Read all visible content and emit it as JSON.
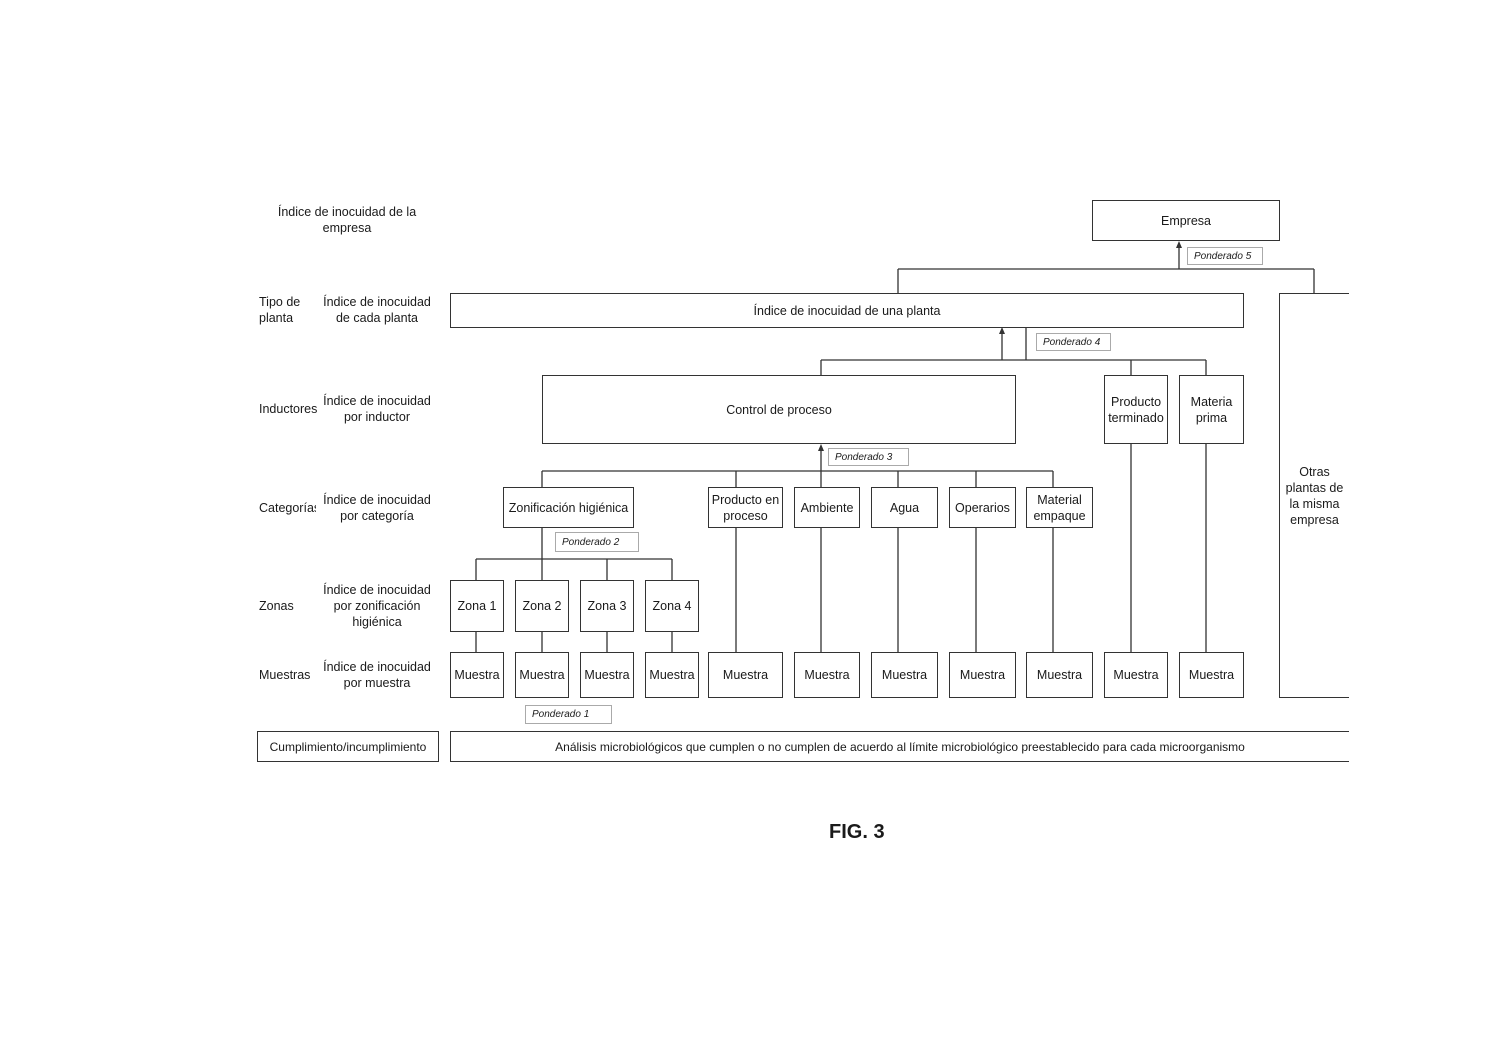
{
  "levels": {
    "empresa": "Índice de inocuidad de la empresa",
    "planta_type": "Tipo de planta",
    "planta_index": "Índice de inocuidad de cada planta",
    "inductores_type": "Inductores",
    "inductores_index": "Índice de inocuidad por inductor",
    "categoria_type": "Categorías",
    "categoria_index": "Índice de inocuidad por categoría",
    "zonas_type": "Zonas",
    "zonas_index": "Índice de inocuidad por zonificación higiénica",
    "muestras_type": "Muestras",
    "muestras_index": "Índice de inocuidad por muestra",
    "cumplimiento": "Cumplimiento/incumplimiento"
  },
  "nodes": {
    "empresa": "Empresa",
    "planta": "Índice de inocuidad de una planta",
    "otras_plantas": "Otras plantas de la misma empresa",
    "control": "Control de proceso",
    "producto_terminado": "Producto terminado",
    "materia_prima": "Materia prima",
    "zonificacion": "Zonificación higiénica",
    "producto_proceso": "Producto en proceso",
    "ambiente": "Ambiente",
    "agua": "Agua",
    "operarios": "Operarios",
    "material_empaque": "Material empaque",
    "zonas": [
      "Zona 1",
      "Zona 2",
      "Zona 3",
      "Zona 4"
    ],
    "muestra": "Muestra",
    "analisis": "Análisis microbiológicos que cumplen o no cumplen de acuerdo al límite microbiológico preestablecido para cada microorganismo"
  },
  "weights": {
    "p1": "Ponderado 1",
    "p2": "Ponderado 2",
    "p3": "Ponderado 3",
    "p4": "Ponderado 4",
    "p5": "Ponderado 5"
  },
  "figure": "FIG. 3"
}
